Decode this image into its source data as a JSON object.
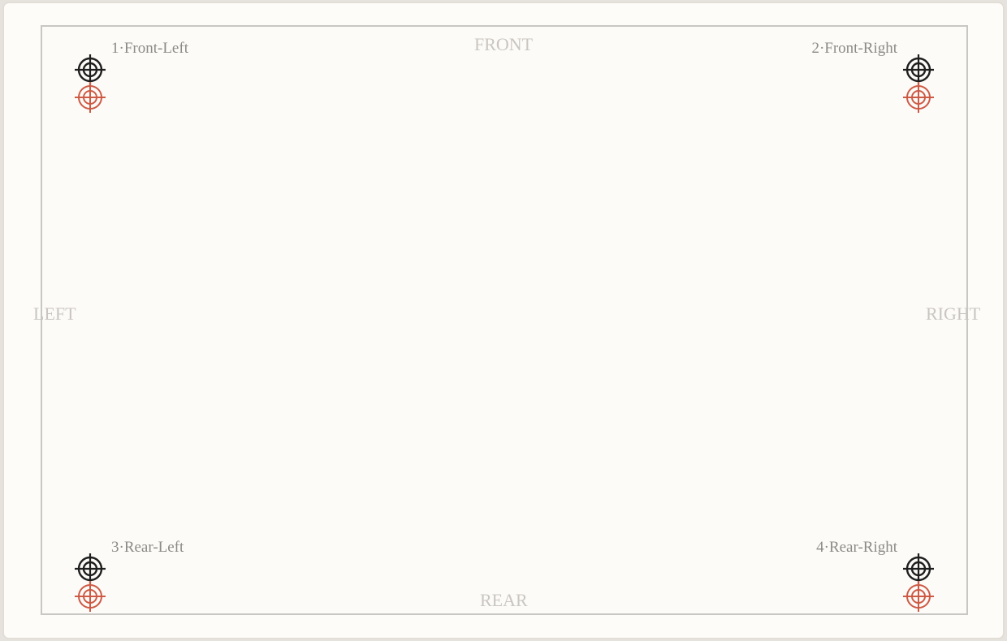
{
  "bed": {
    "sides": {
      "front": "FRONT",
      "rear": "REAR",
      "left": "LEFT",
      "right": "RIGHT"
    },
    "corners": [
      {
        "label": "1·Front-Left"
      },
      {
        "label": "2·Front-Right"
      },
      {
        "label": "3·Rear-Left"
      },
      {
        "label": "4·Rear-Right"
      }
    ]
  },
  "markers": {
    "primary": {
      "icon": "crosshair-target-icon",
      "color": "#1f1f1f"
    },
    "secondary": {
      "icon": "crosshair-target-icon",
      "color": "#cd5a45"
    }
  }
}
